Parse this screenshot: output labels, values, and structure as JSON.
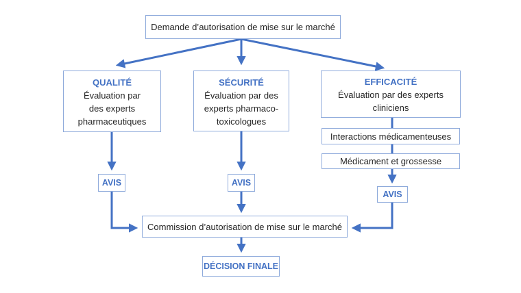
{
  "colors": {
    "accent_blue": "#4472C4",
    "box_border_blue": "#8EAADB",
    "text_color": "#262626",
    "background": "#ffffff"
  },
  "diagram": {
    "top_box": {
      "label": "Demande d’autorisation de mise sur le marché"
    },
    "branches": [
      {
        "title": "QUALITÉ",
        "body_lines": [
          "Évaluation par",
          "des experts",
          "pharmaceutiques"
        ]
      },
      {
        "title": "SÉCURITÉ",
        "body_lines": [
          "Évaluation par des",
          "experts pharmaco-",
          "toxicologues"
        ]
      },
      {
        "title": "EFFICACITÉ",
        "body_lines": [
          "Évaluation par des experts",
          "cliniciens"
        ]
      }
    ],
    "efficacite_sub_boxes": [
      {
        "label": "Interactions médicamenteuses"
      },
      {
        "label": "Médicament et grossesse"
      }
    ],
    "avis_boxes": [
      {
        "label": "AVIS"
      },
      {
        "label": "AVIS"
      },
      {
        "label": "AVIS"
      }
    ],
    "commission_box": {
      "label": "Commission d’autorisation de mise sur le marché"
    },
    "decision_box": {
      "label": "DÉCISION FINALE"
    }
  }
}
